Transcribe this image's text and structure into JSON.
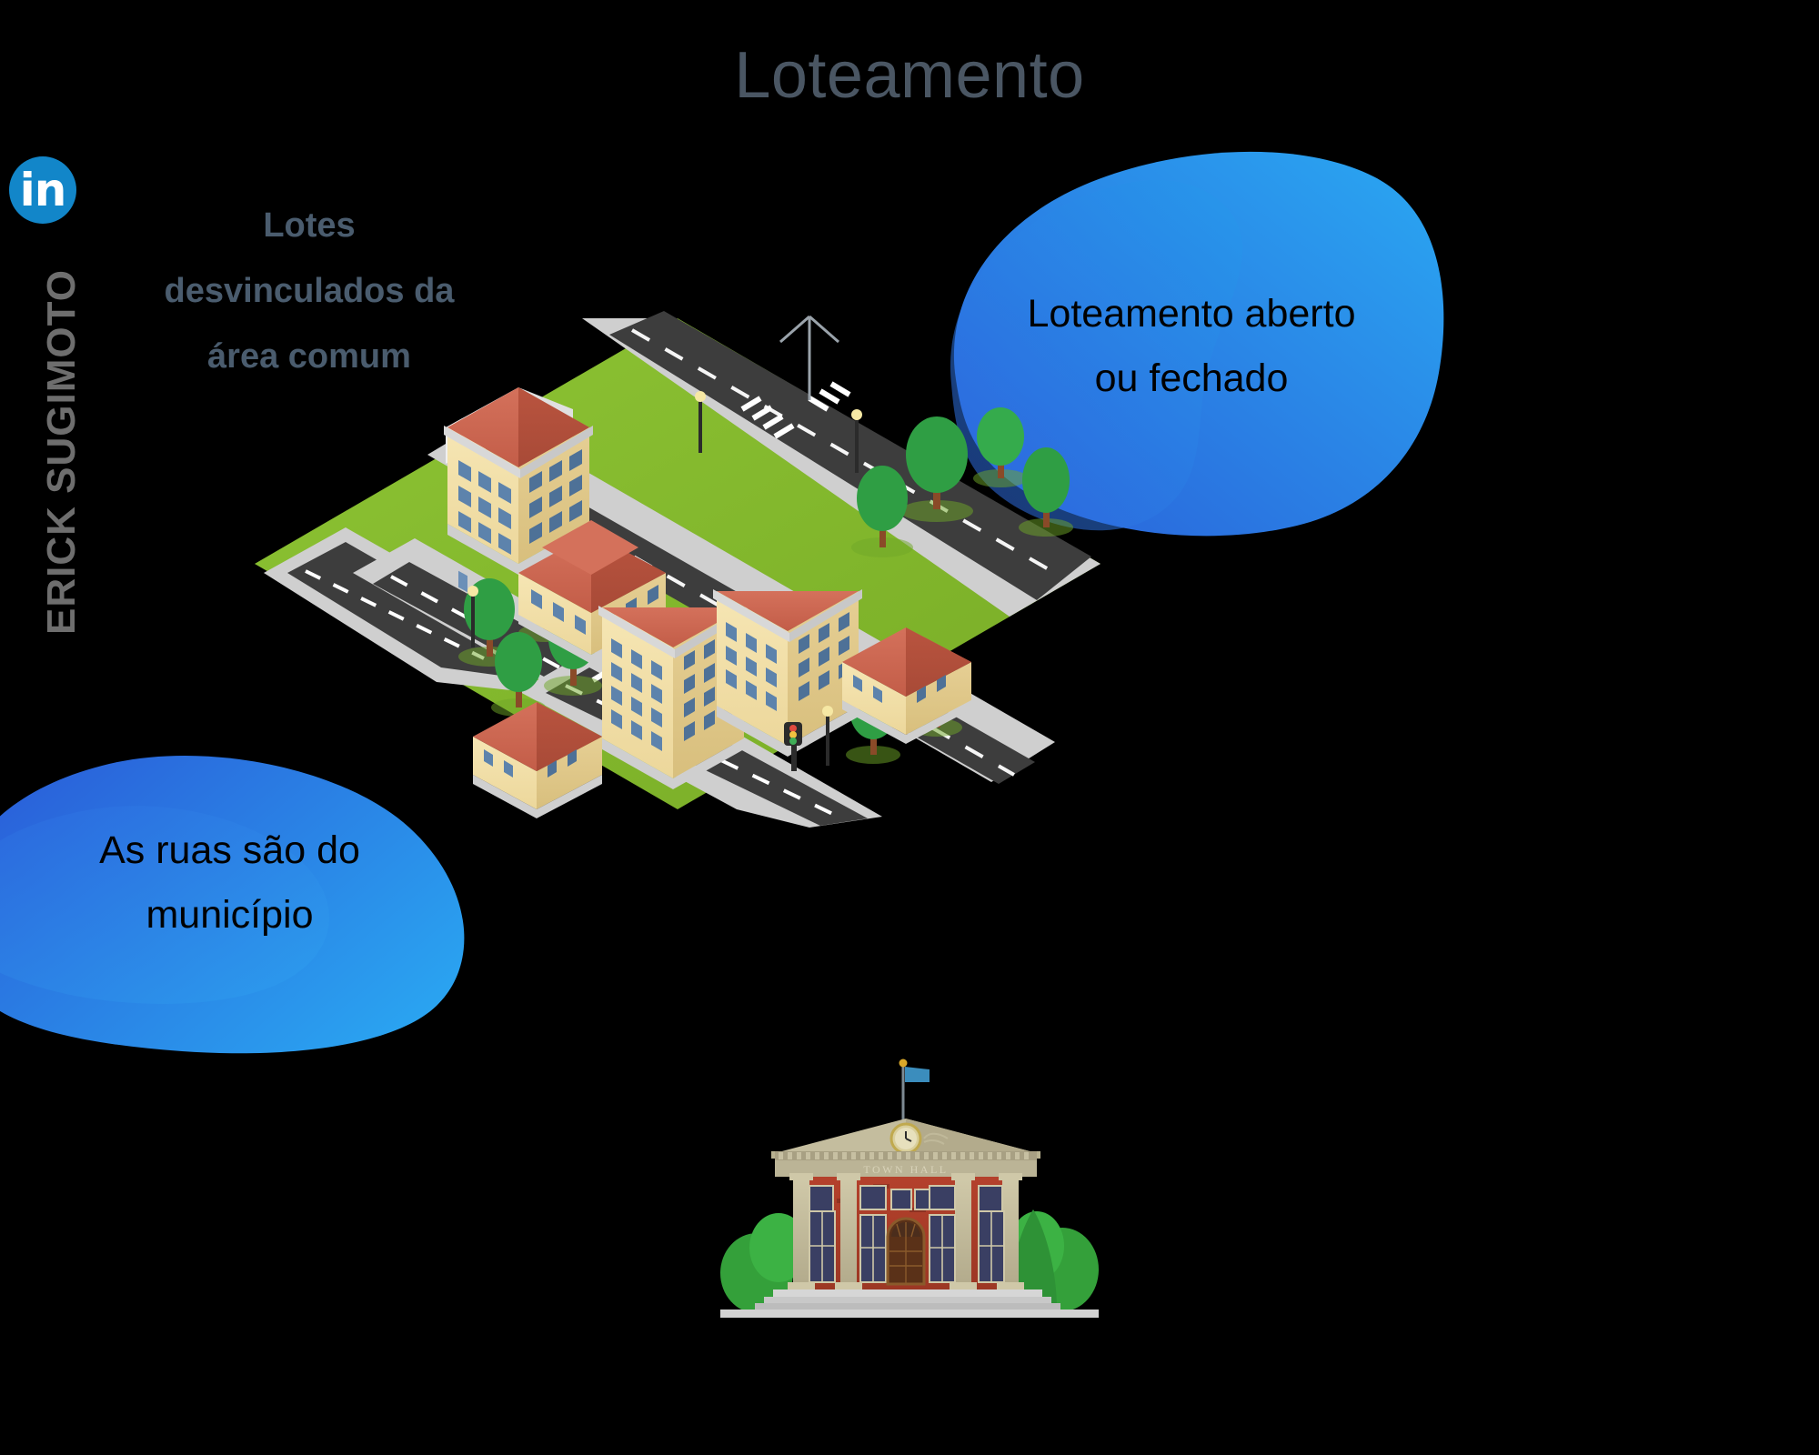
{
  "page": {
    "title": "Loteamento",
    "background_color": "#000000",
    "title_color": "#4a5663"
  },
  "watermark": {
    "badge_icon": "linkedin-icon",
    "badge_label": "in",
    "badge_color": "#1286c9",
    "name": "ERICK SUGIMOTO",
    "name_color": "#6e6e6e"
  },
  "annotations": {
    "lots_note": {
      "lines": [
        "Lotes",
        "desvinculados da",
        "área comum"
      ],
      "full_text": "Lotes desvinculados da área comum",
      "color": "#4a5c6e"
    }
  },
  "bubbles": [
    {
      "id": "bubble-right",
      "lines": [
        "Loteamento aberto",
        "ou fechado"
      ],
      "full_text": "Loteamento aberto ou fechado",
      "fill_from": "#2a5fd9",
      "fill_to": "#27a6f2",
      "text_color": "#000000"
    },
    {
      "id": "bubble-left",
      "lines": [
        "As ruas são do",
        "município"
      ],
      "full_text": "As ruas são do município",
      "fill_from": "#2a5fd9",
      "fill_to": "#27a6f2",
      "text_color": "#000000"
    }
  ],
  "connectors": [
    {
      "id": "connector-lots",
      "from": "bubble-left",
      "to": "city-street",
      "style": "dotted",
      "color": "#000000"
    }
  ],
  "city": {
    "name": "isometric-neighborhood-illustration",
    "grass_color": "#86bd2c",
    "grass_color_dark": "#75a927",
    "road_color": "#3d3d3d",
    "road_color_dark": "#333333",
    "sidewalk_color": "#cfcfcf",
    "sidewalk_color_dark": "#b6b6b6",
    "building_wall_color": "#f3dfa8",
    "building_roof_color": "#cc6552",
    "tree_color": "#2f9e44",
    "elements": [
      "apartment-tower",
      "apartment-tower",
      "villa-house",
      "villa-house",
      "villa-house",
      "villa-house",
      "trees",
      "street-lamps",
      "traffic-light",
      "crosswalk",
      "crosswalk"
    ]
  },
  "town_hall": {
    "name": "town-hall-building",
    "sign_text": "TOWN HALL",
    "flag_color": "#3b8dbd",
    "brick_color": "#b4412c",
    "stone_color": "#b9b291",
    "roof_color": "#a8a083",
    "steps_color": "#c9c9c9",
    "bush_color": "#3aa93a",
    "has_clock": true,
    "has_flag": true,
    "column_count": 4
  }
}
